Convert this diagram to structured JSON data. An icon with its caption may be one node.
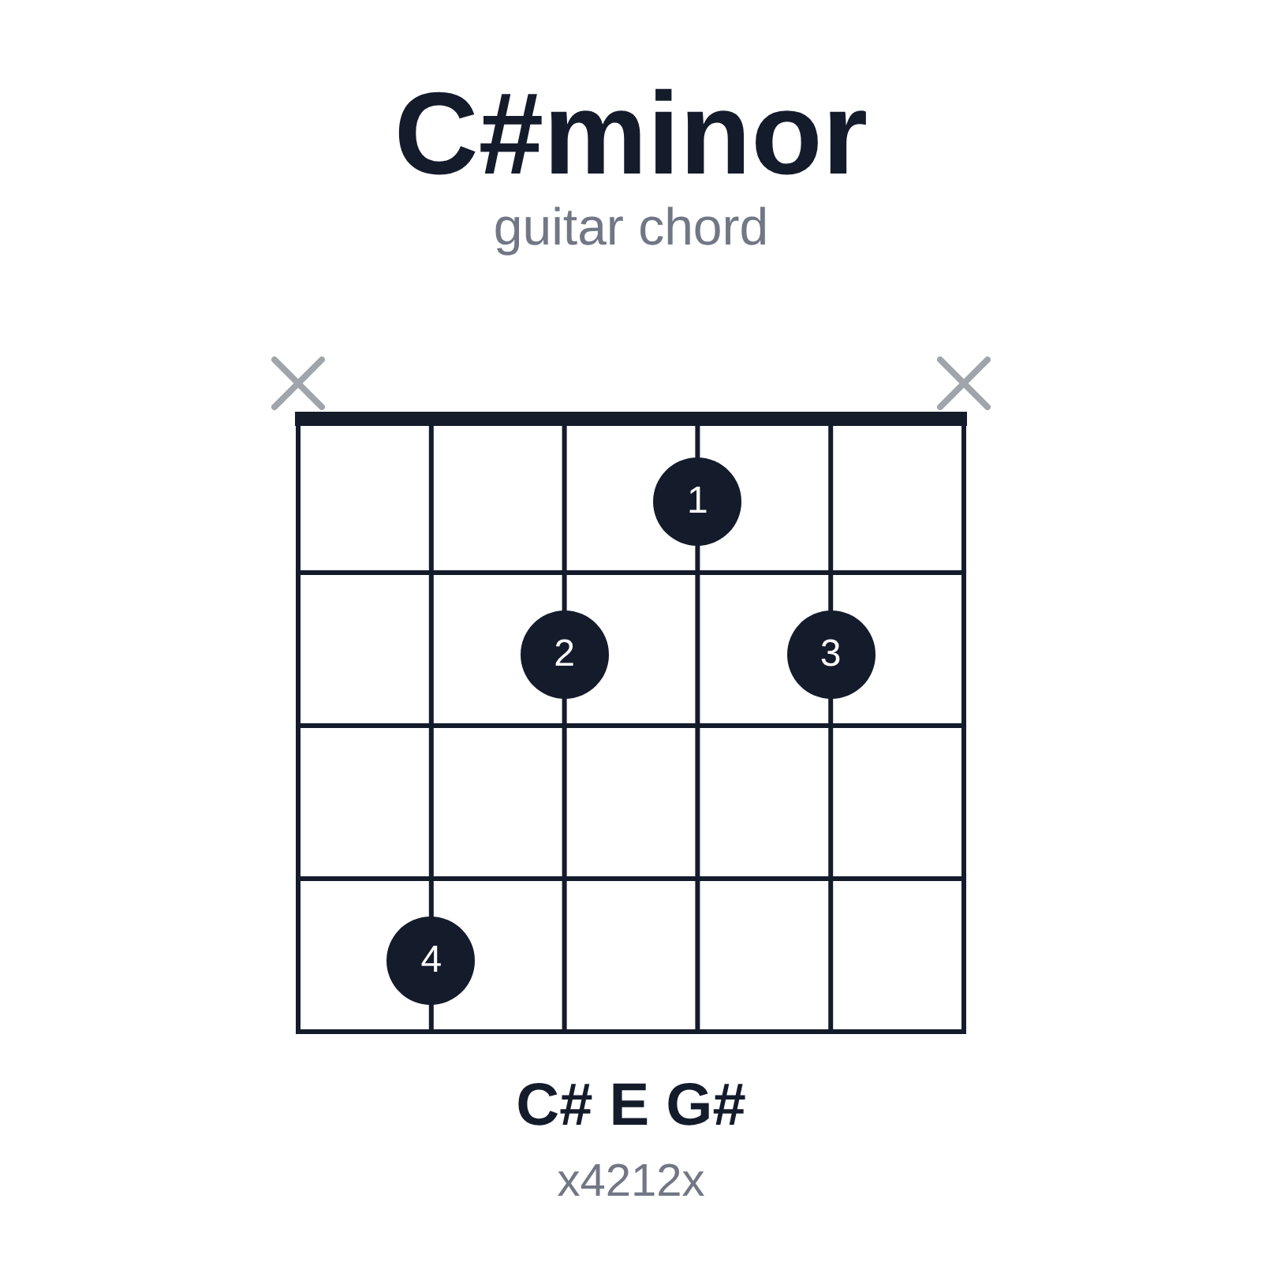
{
  "diagram": {
    "title": "C#minor",
    "nodes": [
      {
        "text": [
          "1"
        ]
      },
      {
        "text": [
          "2"
        ]
      },
      {
        "text": [
          "3"
        ]
      },
      {
        "text": [
          "4"
        ]
      }
    ],
    "labels": [
      "guitar chord",
      "C# E G#",
      "x4212x"
    ]
  }
}
